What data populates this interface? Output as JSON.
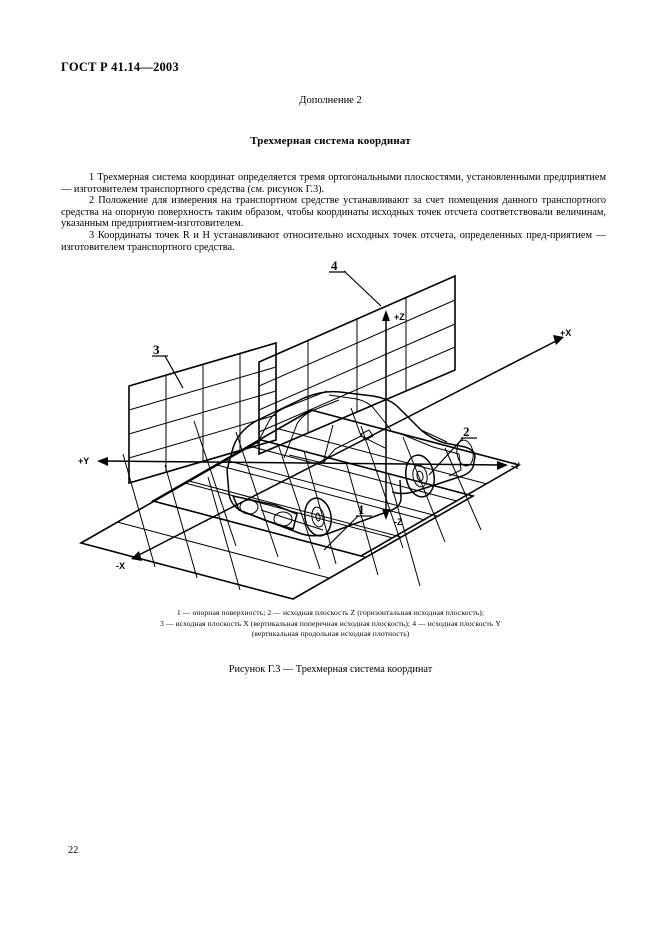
{
  "document": {
    "standard_header": "ГОСТ Р 41.14—2003",
    "supplement_label": "Дополнение 2",
    "section_title": "Трехмерная система координат",
    "page_number": "22"
  },
  "paragraphs": [
    "1 Трехмерная система координат определяется тремя ортогональными плоскостями, установленными предприятием — изготовителем транспортного средства (см. рисунок Г.3).",
    "2 Положение для измерения на транспортном средстве устанавливают за счет помещения данного транспортного средства на опорную поверхность таким образом, чтобы координаты исходных точек отсчета соответствовали величинам, указанным предприятием-изготовителем.",
    "3 Координаты точек R и H устанавливают относительно исходных точек отсчета, определенных пред-приятием — изготовителем транспортного средства."
  ],
  "figure": {
    "axis_labels": {
      "plus_z": "+Z",
      "minus_z": "-Z",
      "plus_x": "+X",
      "minus_x": "-X",
      "plus_y": "+Y",
      "minus_y": "-Y"
    },
    "callouts": {
      "one": "1",
      "two": "2",
      "three": "3",
      "four": "4"
    },
    "legend_line_1": "1 — опорная поверхность; 2 — исходная плоскость Z (горизонтальная исходная плоскость);",
    "legend_line_2": "3 — исходная плоскость X (вертикальная поперечная исходная плоскость); 4 — исходная плоскость Y",
    "legend_line_3": "(вертикальная продольная исходная плотность)",
    "caption": "Рисунок Г.3 — Трехмерная система координат"
  }
}
